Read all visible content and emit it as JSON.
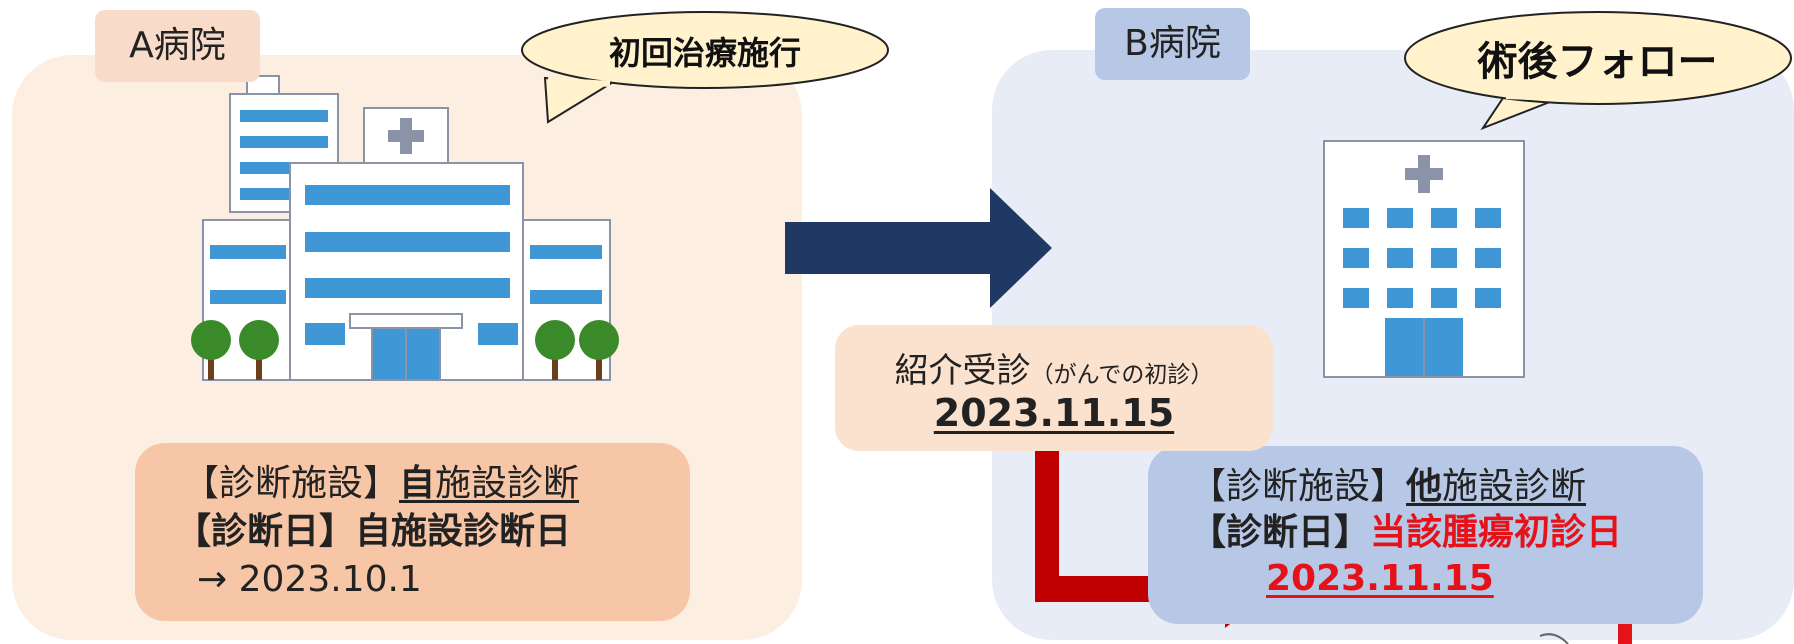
{
  "hospital_a": {
    "tag": "A病院",
    "bubble": "初回治療施行",
    "info": {
      "line1_label": "【診断施設】",
      "line1_em": "自",
      "line1_rest": "施設診断",
      "line2": "【診断日】自施設診断日",
      "line3": "→ 2023.10.1"
    }
  },
  "hospital_b": {
    "tag": "B病院",
    "bubble": "術後フォロー",
    "info": {
      "line1_label": "【診断施設】",
      "line1_em": "他",
      "line1_rest": "施設診断",
      "line2_label": "【診断日】",
      "line2_value": "当該腫瘍初診日",
      "line3": "2023.11.15"
    }
  },
  "referral": {
    "title": "紹介受診",
    "note": "（がんでの初診）",
    "date": "2023.11.15"
  },
  "colors": {
    "navy_arrow": "#203864",
    "red_arrow": "#c00000",
    "highlight_red": "#e6121a"
  }
}
